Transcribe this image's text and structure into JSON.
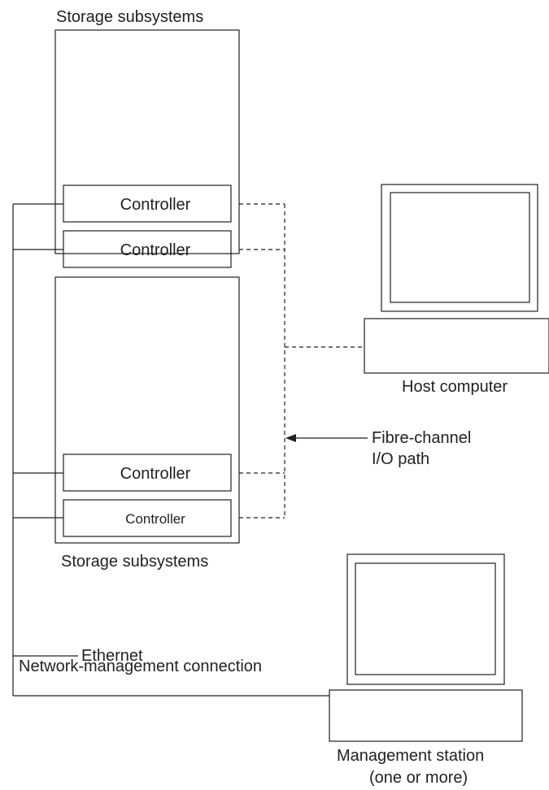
{
  "labels": {
    "storage_top": "Storage subsystems",
    "storage_bottom": "Storage subsystems",
    "host": "Host computer",
    "fibre_line1": "Fibre-channel",
    "fibre_line2": "I/O path",
    "ethernet": "Ethernet",
    "network": "Network-management connection",
    "mgmt_line1": "Management station",
    "mgmt_line2": "(one or more)"
  },
  "controllers": [
    "Controller",
    "Controller",
    "Controller",
    "Controller"
  ],
  "colors": {
    "stroke": "#231f20",
    "background": "#ffffff"
  }
}
